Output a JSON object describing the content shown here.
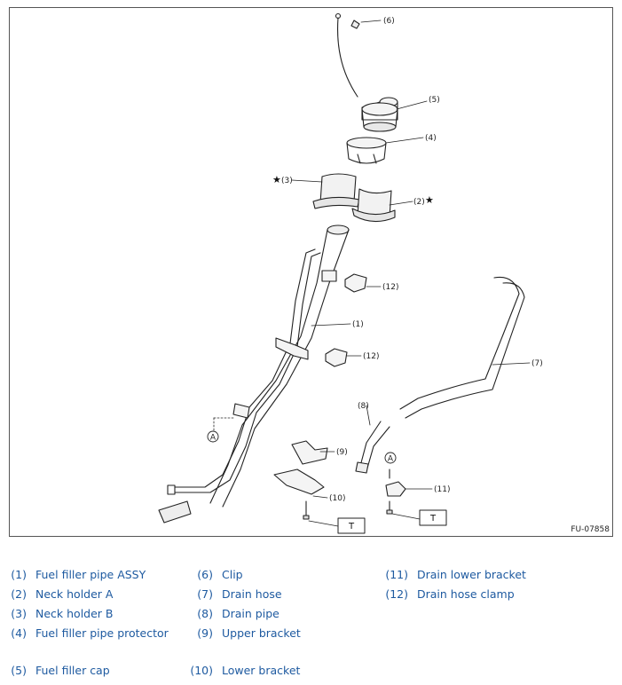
{
  "figure": {
    "code": "FU-07858",
    "callouts": {
      "c1": "(1)",
      "c2": "(2)",
      "c3": "(3)",
      "c4": "(4)",
      "c5": "(5)",
      "c6": "(6)",
      "c7": "(7)",
      "c8": "(8)",
      "c9": "(9)",
      "c10": "(10)",
      "c11": "(11)",
      "c12a": "(12)",
      "c12b": "(12)",
      "markA1": "A",
      "markA2": "A",
      "boxT1": "T",
      "boxT2": "T"
    }
  },
  "legend": [
    {
      "num": "(1)",
      "label": "Fuel filler pipe ASSY"
    },
    {
      "num": "(2)",
      "label": "Neck holder A"
    },
    {
      "num": "(3)",
      "label": "Neck holder B"
    },
    {
      "num": "(4)",
      "label": "Fuel filler pipe protector"
    },
    {
      "num": "(5)",
      "label": "Fuel filler cap"
    },
    {
      "num": "(6)",
      "label": "Clip"
    },
    {
      "num": "(7)",
      "label": "Drain hose"
    },
    {
      "num": "(8)",
      "label": "Drain pipe"
    },
    {
      "num": "(9)",
      "label": "Upper bracket"
    },
    {
      "num": "(10)",
      "label": "Lower bracket"
    },
    {
      "num": "(11)",
      "label": "Drain lower bracket"
    },
    {
      "num": "(12)",
      "label": "Drain hose clamp"
    }
  ]
}
